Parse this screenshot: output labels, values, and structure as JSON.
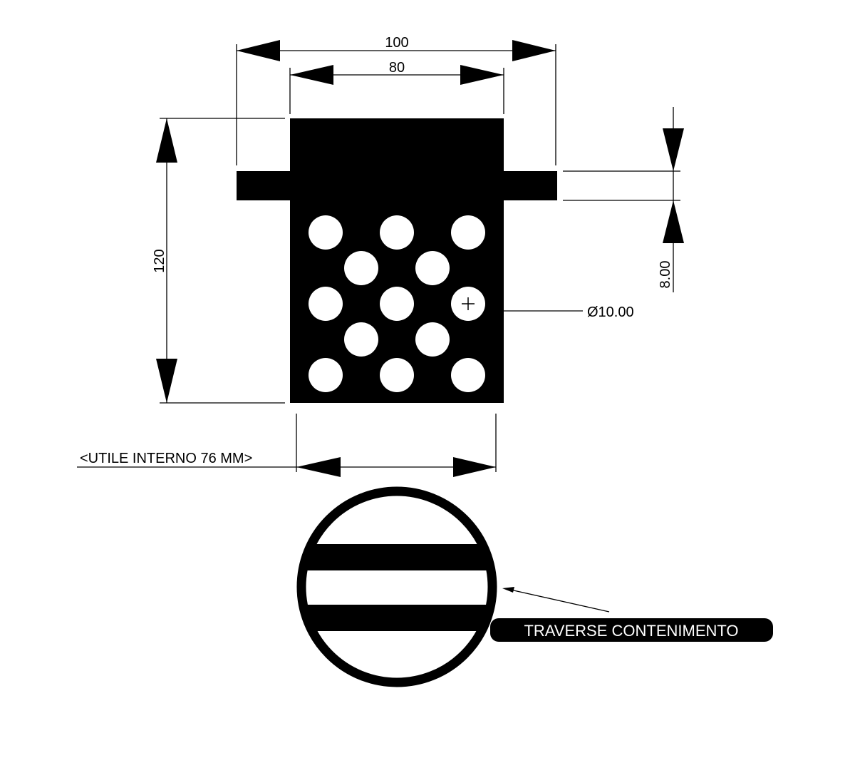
{
  "dimensions": {
    "overall_width": "100",
    "inner_width": "80",
    "height": "120",
    "flange_thickness": "8.00",
    "hole_diameter": "Ø10.00",
    "inner_useful": "<UTILE INTERNO 76 MM>"
  },
  "callout": {
    "label": "TRAVERSE CONTENIMENTO"
  },
  "colors": {
    "ink": "#000000",
    "paper": "#ffffff"
  }
}
